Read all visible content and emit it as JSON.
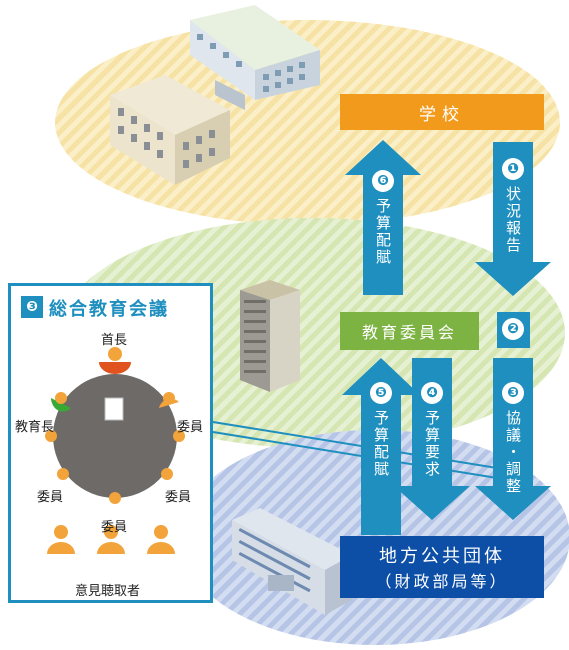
{
  "colors": {
    "blue_arrow": "#1e8fbe",
    "school": "#f29a1c",
    "board": "#7cb342",
    "gov": "#0d4ea6",
    "panel_border": "#1e8fbe"
  },
  "school_label": "学校",
  "board_label": "教育委員会",
  "gov_label_line1": "地方公共団体",
  "gov_label_line2": "（財政部局等）",
  "steps": {
    "s1": {
      "num": "❶",
      "text": "状況報告"
    },
    "s2": {
      "num": "❷"
    },
    "s3": {
      "num": "❸",
      "text": "協議・調整"
    },
    "s4": {
      "num": "❹",
      "text": "予算要求"
    },
    "s5": {
      "num": "❺",
      "text": "予算配賦"
    },
    "s6": {
      "num": "❻",
      "text": "予算配賦"
    }
  },
  "panel": {
    "num": "❸",
    "title": "総合教育会議",
    "mayor": "首長",
    "superintendent": "教育長",
    "member": "委員",
    "hearing": "意見聴取者"
  }
}
